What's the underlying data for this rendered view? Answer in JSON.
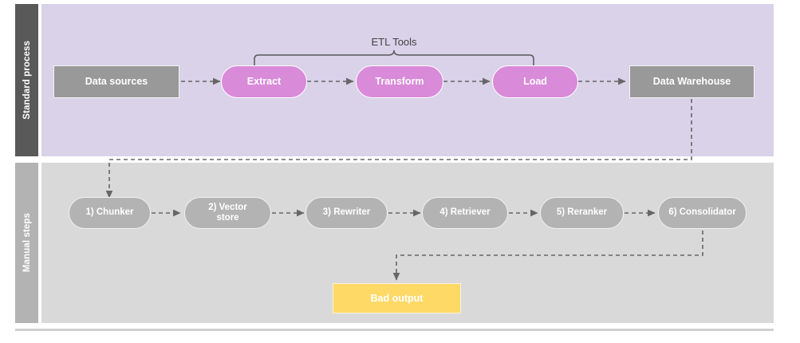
{
  "diagram": {
    "type": "flowchart",
    "title_visible": false,
    "lanes": [
      {
        "id": "standard-process",
        "label": "Standard process",
        "band_color": "#595959",
        "body_color": "#d9d2e9"
      },
      {
        "id": "manual-steps",
        "label": "Manual steps",
        "band_color": "#b3b3b3",
        "body_color": "#d9d9d9"
      }
    ],
    "annotations": [
      {
        "id": "etl-bracket",
        "label": "ETL Tools",
        "spans": [
          "Extract",
          "Transform",
          "Load"
        ]
      }
    ],
    "standard_process": {
      "source": {
        "label": "Data sources",
        "shape": "rect",
        "color": "#999999"
      },
      "etl": [
        {
          "label": "Extract",
          "shape": "pill",
          "color": "#d98ad9"
        },
        {
          "label": "Transform",
          "shape": "pill",
          "color": "#d98ad9"
        },
        {
          "label": "Load",
          "shape": "pill",
          "color": "#d98ad9"
        }
      ],
      "sink": {
        "label": "Data Warehouse",
        "shape": "rect",
        "color": "#999999"
      }
    },
    "manual_steps": [
      {
        "label": "1) Chunker",
        "shape": "pill",
        "color": "#b3b3b3"
      },
      {
        "label": "2) Vector store",
        "shape": "pill",
        "color": "#b3b3b3"
      },
      {
        "label": "3) Rewriter",
        "shape": "pill",
        "color": "#b3b3b3"
      },
      {
        "label": "4) Retriever",
        "shape": "pill",
        "color": "#b3b3b3"
      },
      {
        "label": "5) Reranker",
        "shape": "pill",
        "color": "#b3b3b3"
      },
      {
        "label": "6) Consolidator",
        "shape": "pill",
        "color": "#b3b3b3"
      }
    ],
    "output": {
      "label": "Bad output",
      "shape": "rect",
      "color": "#ffd966"
    },
    "edge_style": {
      "stroke": "#666666",
      "dash": "5 4",
      "arrowhead": "filled-triangle"
    }
  }
}
